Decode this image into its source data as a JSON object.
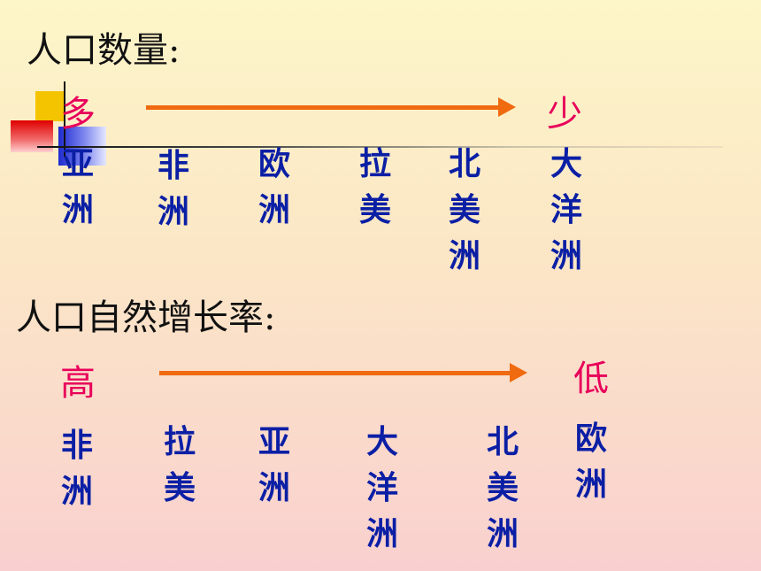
{
  "section1": {
    "heading": "人口数量:",
    "high_label": "多",
    "low_label": "少",
    "regions": [
      "亚洲",
      "非洲",
      "欧洲",
      "拉美",
      "北美洲",
      "大洋洲"
    ]
  },
  "section2": {
    "heading": "人口自然增长率:",
    "high_label": "高",
    "low_label": "低",
    "regions": [
      "非洲",
      "拉美",
      "亚洲",
      "大洋洲",
      "北美洲",
      "欧洲"
    ]
  },
  "colors": {
    "heading": "#111111",
    "pole_label": "#e8005a",
    "arrow": "#f06a10",
    "region": "#0b1fa5"
  }
}
